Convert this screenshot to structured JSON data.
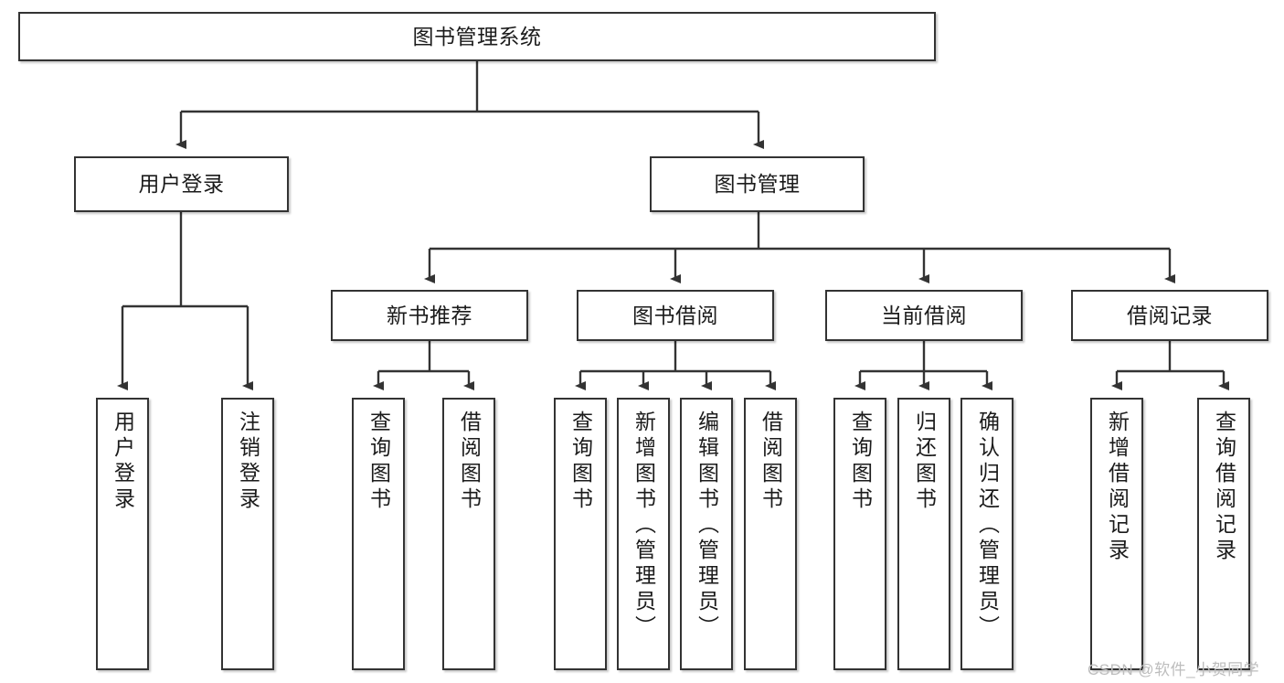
{
  "diagram": {
    "title_node": {
      "label": "图书管理系统"
    },
    "level2": [
      {
        "id": "user-login",
        "label": "用户登录"
      },
      {
        "id": "book-management",
        "label": "图书管理"
      }
    ],
    "level3": [
      {
        "id": "new-book-recommend",
        "label": "新书推荐"
      },
      {
        "id": "book-borrow",
        "label": "图书借阅"
      },
      {
        "id": "current-borrow",
        "label": "当前借阅"
      },
      {
        "id": "borrow-record",
        "label": "借阅记录"
      }
    ],
    "leaves": {
      "user_login": [
        {
          "id": "leaf-user-login",
          "label": "用户登录"
        },
        {
          "id": "leaf-logout-login",
          "label": "注销登录"
        }
      ],
      "new_book_recommend": [
        {
          "id": "leaf-query-book-1",
          "label": "查询图书"
        },
        {
          "id": "leaf-borrow-book-1",
          "label": "借阅图书"
        }
      ],
      "book_borrow": [
        {
          "id": "leaf-query-book-2",
          "label": "查询图书"
        },
        {
          "id": "leaf-add-book",
          "label": "新增图书（管理员）"
        },
        {
          "id": "leaf-edit-book",
          "label": "编辑图书（管理员）"
        },
        {
          "id": "leaf-borrow-book-2",
          "label": "借阅图书"
        }
      ],
      "current_borrow": [
        {
          "id": "leaf-query-book-3",
          "label": "查询图书"
        },
        {
          "id": "leaf-return-book",
          "label": "归还图书"
        },
        {
          "id": "leaf-confirm-return",
          "label": "确认归还（管理员）"
        }
      ],
      "borrow_record": [
        {
          "id": "leaf-add-record",
          "label": "新增借阅记录"
        },
        {
          "id": "leaf-query-record",
          "label": "查询借阅记录"
        }
      ]
    },
    "watermark": "CSDN @软件_小贺同学",
    "colors": {
      "box_border": "#333333",
      "box_fill": "#ffffff",
      "connector": "#333333",
      "text": "#1b1b1b",
      "watermark": "#bdbdbd",
      "background": "#ffffff"
    }
  }
}
